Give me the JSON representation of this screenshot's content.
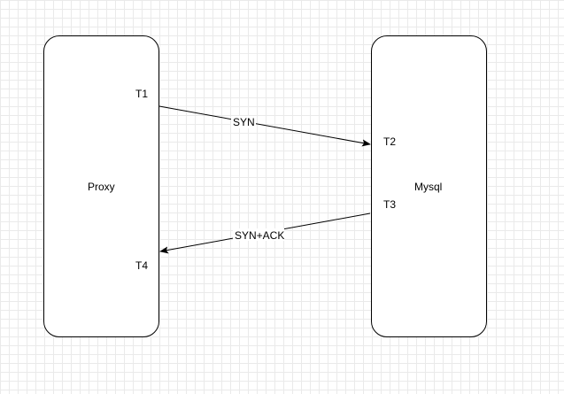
{
  "nodes": {
    "proxy": {
      "label": "Proxy"
    },
    "mysql": {
      "label": "Mysql"
    }
  },
  "time_labels": {
    "t1": "T1",
    "t2": "T2",
    "t3": "T3",
    "t4": "T4"
  },
  "edges": {
    "syn": {
      "label": "SYN"
    },
    "syn_ack": {
      "label": "SYN+ACK"
    }
  }
}
